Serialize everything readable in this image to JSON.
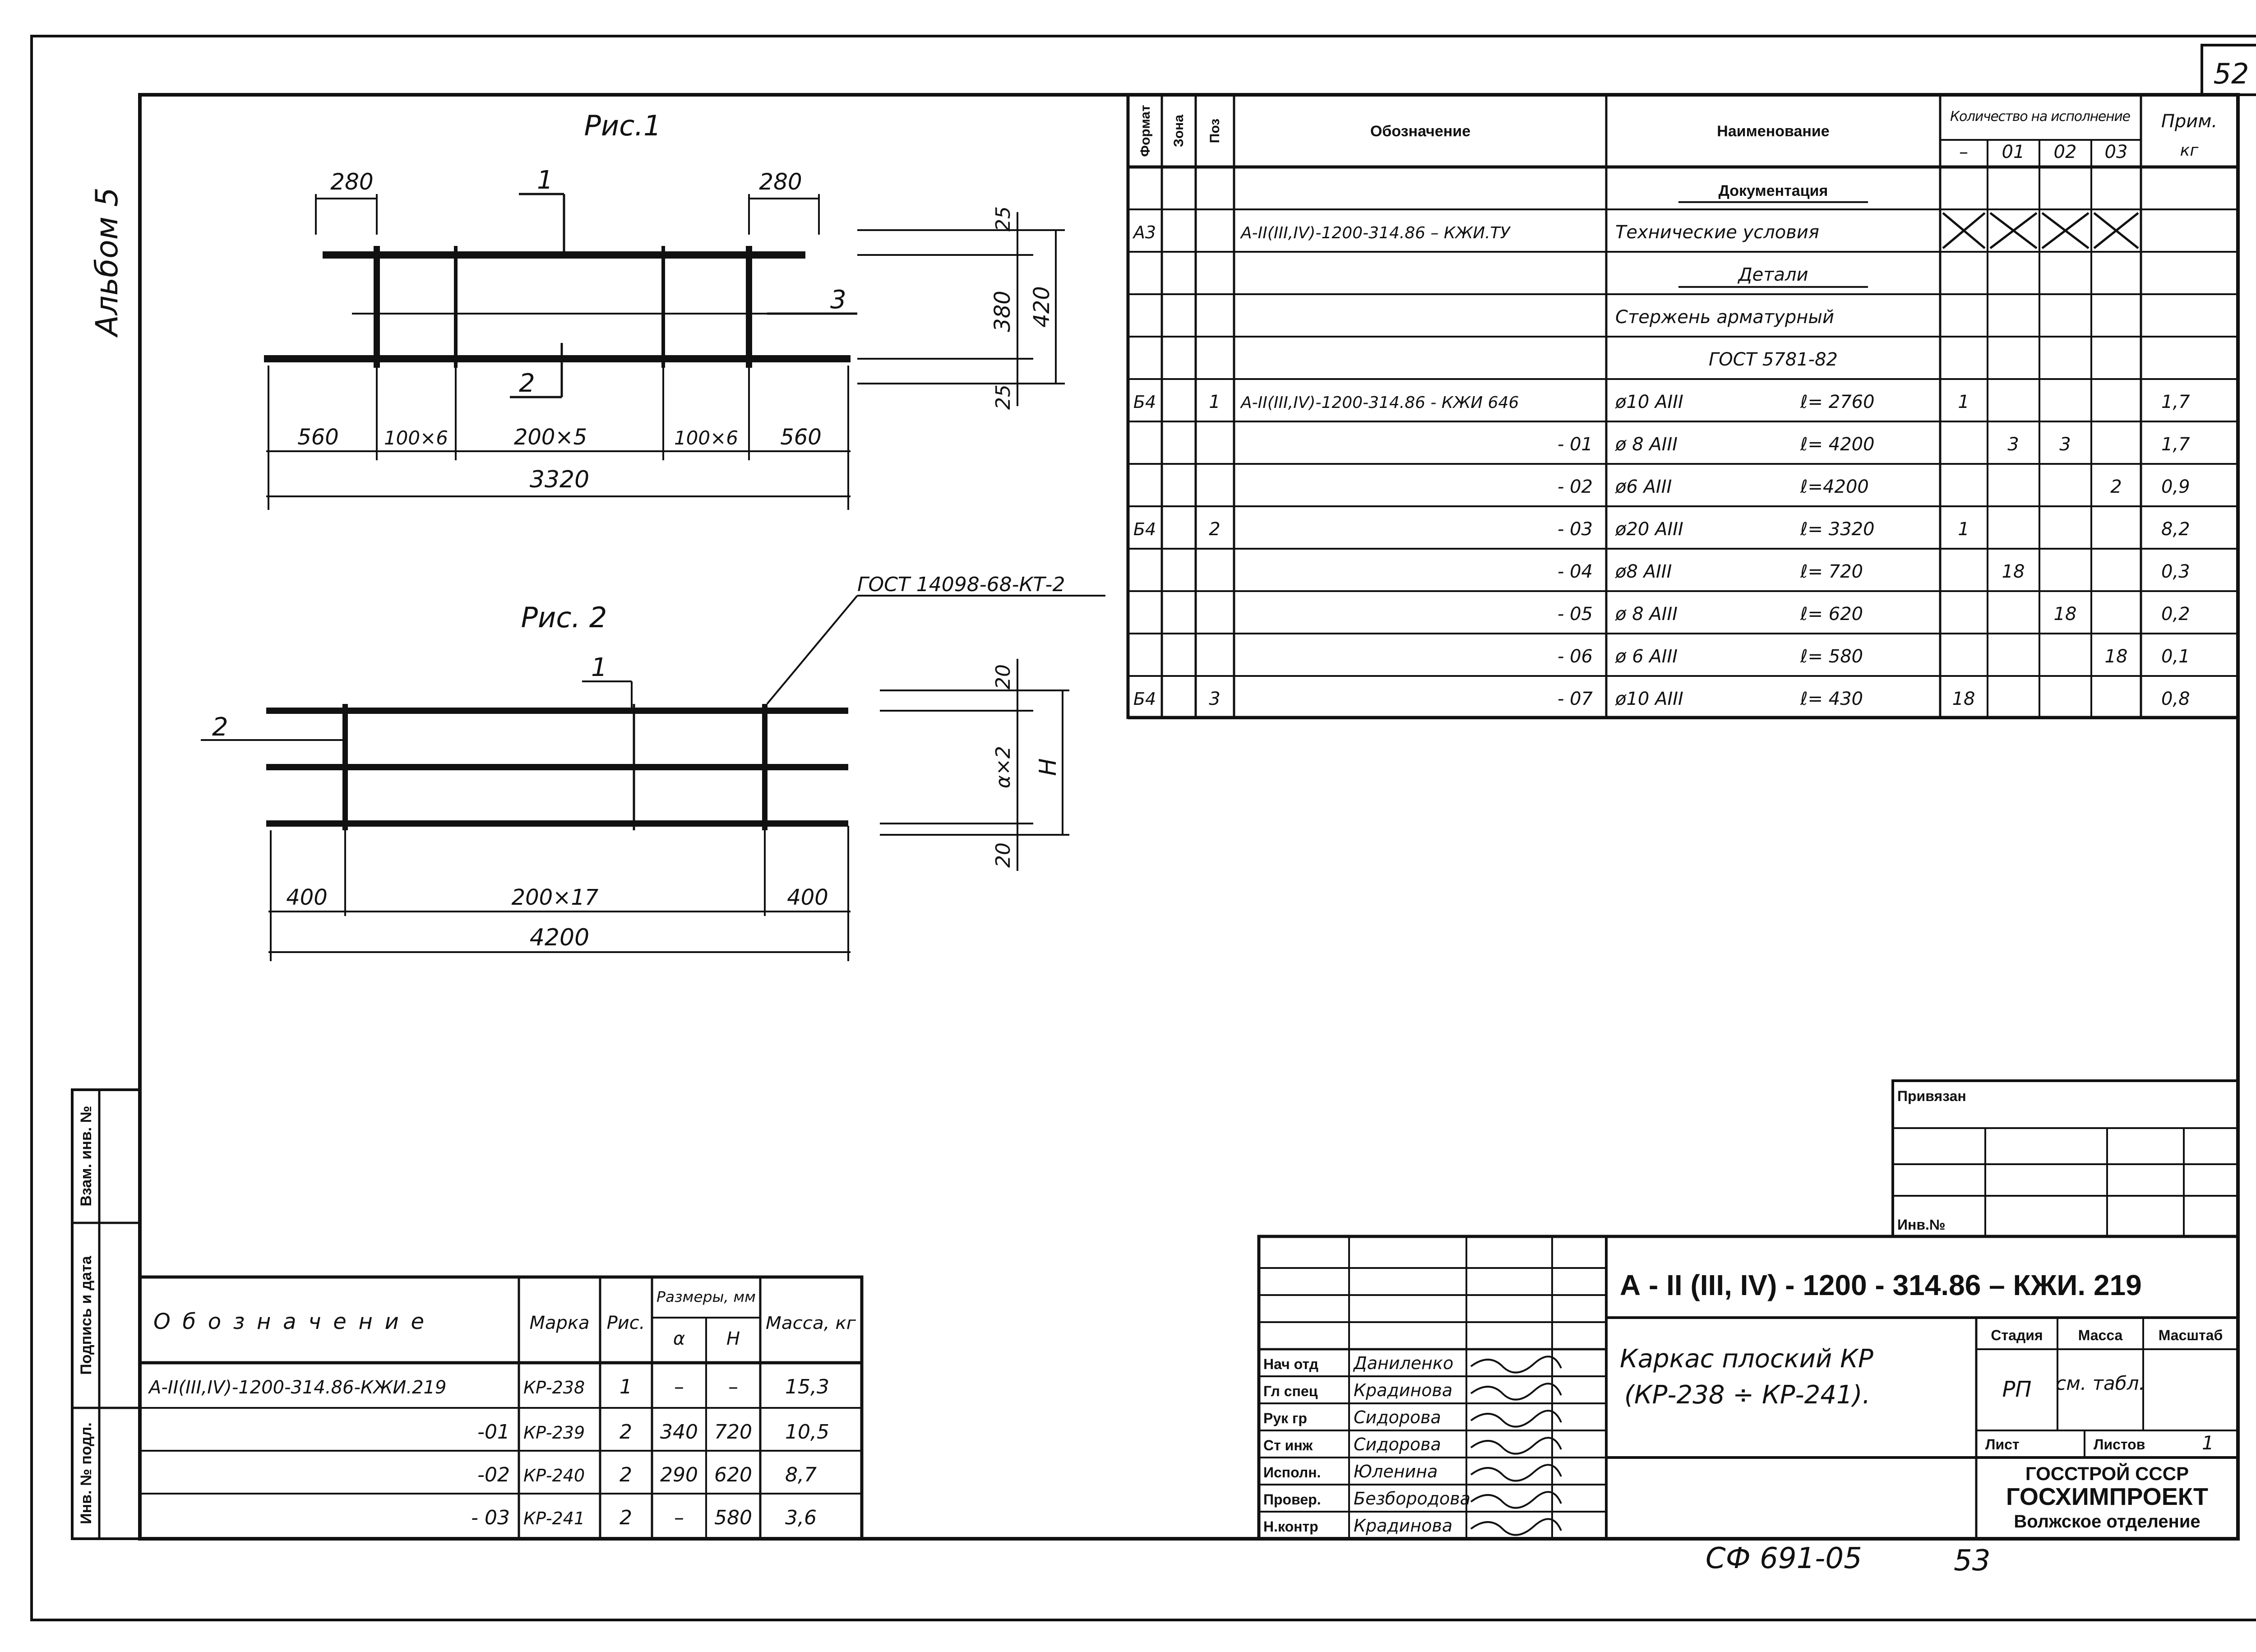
{
  "page_number": "52",
  "album": "Альбом 5",
  "fig1": {
    "title": "Рис.1",
    "dim_left_top": "280",
    "dim_right_top": "280",
    "leader1": "1",
    "leader2": "2",
    "leader3": "3",
    "dims_bottom": [
      "560",
      "100×6",
      "200×5",
      "100×6",
      "560"
    ],
    "total": "3320",
    "dim_v_top": "25",
    "dim_v_mid": "380",
    "dim_v_bot": "25",
    "dim_v_total": "420"
  },
  "fig2": {
    "title": "Рис. 2",
    "gost": "ГОСТ 14098-68-КТ-2",
    "leader1": "1",
    "leader2": "2",
    "dims_bottom": [
      "400",
      "200×17",
      "400"
    ],
    "total": "4200",
    "dim_v_top": "20",
    "dim_v_mid": "α×2",
    "dim_v_bot": "20",
    "dim_v_total": "Н"
  },
  "spec": {
    "headers": {
      "format": "Формат",
      "zone": "Зона",
      "pos": "Поз",
      "designation": "Обозначение",
      "name": "Наименование",
      "qty_group": "Количество на исполнение",
      "qty_cols": [
        "–",
        "01",
        "02",
        "03"
      ],
      "note": "Прим.",
      "note_unit": "кг"
    },
    "rows": [
      {
        "format": "",
        "pos": "",
        "designation": "",
        "name": "Документация",
        "len": "",
        "q": [
          "",
          "",
          "",
          ""
        ],
        "note": "",
        "underline": true
      },
      {
        "format": "А3",
        "pos": "",
        "designation": "А-II(III,IV)-1200-314.86 – КЖИ.ТУ",
        "name": "Технические условия",
        "len": "",
        "q": [
          "X",
          "X",
          "X",
          "X"
        ],
        "note": ""
      },
      {
        "format": "",
        "pos": "",
        "designation": "",
        "name": "Детали",
        "len": "",
        "q": [
          "",
          "",
          "",
          ""
        ],
        "note": "",
        "underline": true
      },
      {
        "format": "",
        "pos": "",
        "designation": "",
        "name": "Стержень арматурный",
        "len": "",
        "q": [
          "",
          "",
          "",
          ""
        ],
        "note": ""
      },
      {
        "format": "",
        "pos": "",
        "designation": "",
        "name": "ГОСТ 5781-82",
        "len": "",
        "q": [
          "",
          "",
          "",
          ""
        ],
        "note": ""
      },
      {
        "format": "Б4",
        "pos": "1",
        "designation": "А-II(III,IV)-1200-314.86 - КЖИ 646",
        "name": "ø10 АIII",
        "len": "ℓ= 2760",
        "q": [
          "1",
          "",
          "",
          ""
        ],
        "note": "1,7"
      },
      {
        "format": "",
        "pos": "",
        "designation": "- 01",
        "name": "ø 8 АIII",
        "len": "ℓ= 4200",
        "q": [
          "",
          "3",
          "3",
          ""
        ],
        "note": "1,7"
      },
      {
        "format": "",
        "pos": "",
        "designation": "- 02",
        "name": "ø6 АIII",
        "len": "ℓ=4200",
        "q": [
          "",
          "",
          "",
          "2"
        ],
        "note": "0,9"
      },
      {
        "format": "Б4",
        "pos": "2",
        "designation": "- 03",
        "name": "ø20 АIII",
        "len": "ℓ= 3320",
        "q": [
          "1",
          "",
          "",
          ""
        ],
        "note": "8,2"
      },
      {
        "format": "",
        "pos": "",
        "designation": "- 04",
        "name": "ø8 АIII",
        "len": "ℓ= 720",
        "q": [
          "",
          "18",
          "",
          ""
        ],
        "note": "0,3"
      },
      {
        "format": "",
        "pos": "",
        "designation": "- 05",
        "name": "ø 8 АIII",
        "len": "ℓ= 620",
        "q": [
          "",
          "",
          "18",
          ""
        ],
        "note": "0,2"
      },
      {
        "format": "",
        "pos": "",
        "designation": "- 06",
        "name": "ø 6 АIII",
        "len": "ℓ= 580",
        "q": [
          "",
          "",
          "",
          "18"
        ],
        "note": "0,1"
      },
      {
        "format": "Б4",
        "pos": "3",
        "designation": "- 07",
        "name": "ø10 АIII",
        "len": "ℓ= 430",
        "q": [
          "18",
          "",
          "",
          ""
        ],
        "note": "0,8"
      }
    ]
  },
  "variants": {
    "headers": {
      "designation": "Обозначение",
      "mark": "Марка",
      "fig": "Рис.",
      "dims": "Размеры, мм",
      "a": "α",
      "h": "Н",
      "mass": "Масса, кг"
    },
    "rows": [
      {
        "designation": "А-II(III,IV)-1200-314.86-КЖИ.219",
        "mark": "КР-238",
        "fig": "1",
        "a": "–",
        "h": "–",
        "mass": "15,3"
      },
      {
        "designation": "-01",
        "mark": "КР-239",
        "fig": "2",
        "a": "340",
        "h": "720",
        "mass": "10,5"
      },
      {
        "designation": "-02",
        "mark": "КР-240",
        "fig": "2",
        "a": "290",
        "h": "620",
        "mass": "8,7"
      },
      {
        "designation": "- 03",
        "mark": "КР-241",
        "fig": "2",
        "a": "–",
        "h": "580",
        "mass": "3,6"
      }
    ]
  },
  "side_stamp": {
    "vzam": "Взам. инв. №",
    "podpis": "Подпись и дата",
    "inv": "Инв. № подл."
  },
  "privyazan": {
    "label": "Привязан",
    "inv": "Инв.№"
  },
  "title_block": {
    "code": "А - II (III, IV) - 1200 - 314.86 – КЖИ. 219",
    "title_line1": "Каркас плоский КР",
    "title_line2": "(КР-238 ÷ КР-241).",
    "stage_label": "Стадия",
    "mass_label": "Масса",
    "scale_label": "Масштаб",
    "stage": "РП",
    "mass": "см. табл.",
    "sheet_label": "Лист",
    "sheets_label": "Листов",
    "sheets": "1",
    "org1": "ГОССТРОЙ СССР",
    "org2": "ГОСХИМПРОЕКТ",
    "org3": "Волжское отделение",
    "roles": [
      {
        "role": "Нач отд",
        "name": "Даниленко"
      },
      {
        "role": "Гл спец",
        "name": "Крадинова"
      },
      {
        "role": "Рук гр",
        "name": "Сидорова"
      },
      {
        "role": "Ст инж",
        "name": "Сидорова"
      },
      {
        "role": "Исполн.",
        "name": "Юленина"
      },
      {
        "role": "Провер.",
        "name": "Безбородова"
      },
      {
        "role": "Н.контр",
        "name": "Крадинова"
      }
    ]
  },
  "footer": {
    "archive": "СФ 691-05",
    "sheet": "53"
  }
}
